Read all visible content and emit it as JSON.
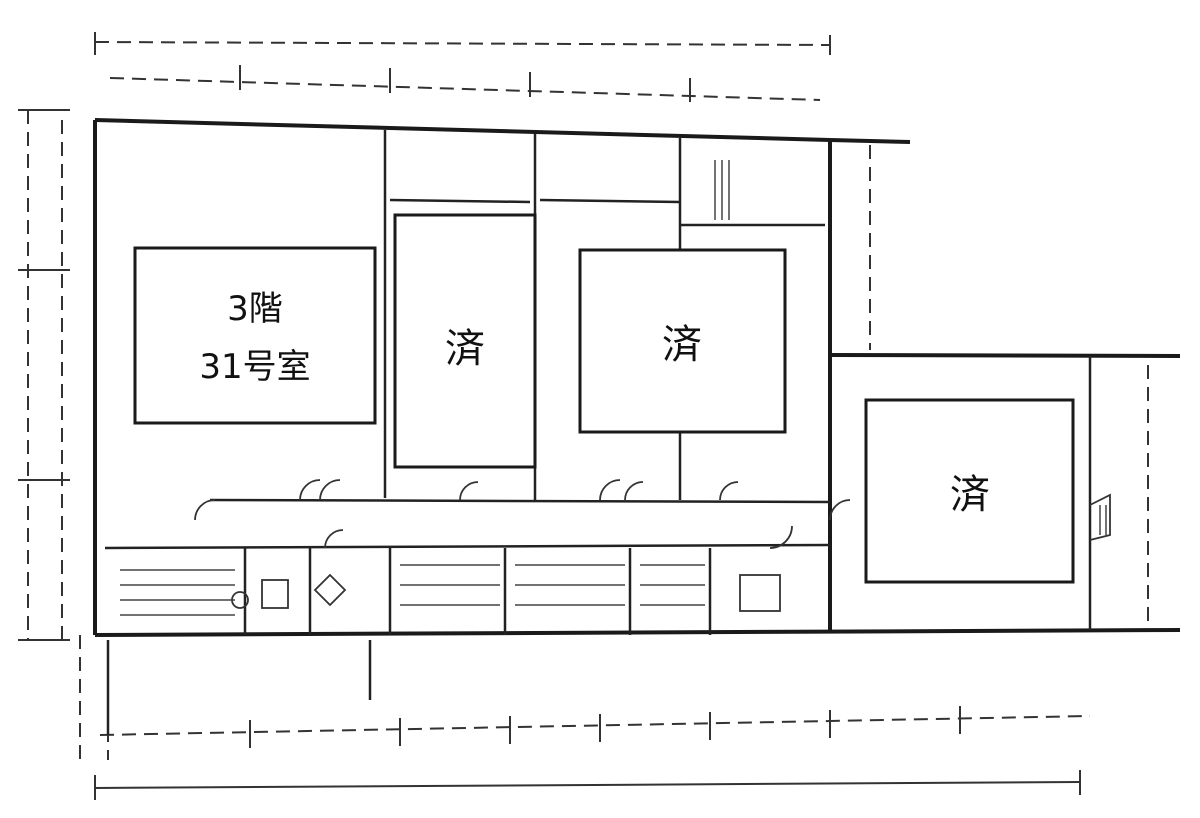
{
  "units": [
    {
      "id": "unit-31",
      "line1": "3階",
      "line2": "31号室"
    },
    {
      "id": "unit-center",
      "line1": "済"
    },
    {
      "id": "unit-middle",
      "line1": "済"
    },
    {
      "id": "unit-right",
      "line1": "済"
    }
  ],
  "colors": {
    "line": "#1a1a1a",
    "background": "#ffffff"
  }
}
